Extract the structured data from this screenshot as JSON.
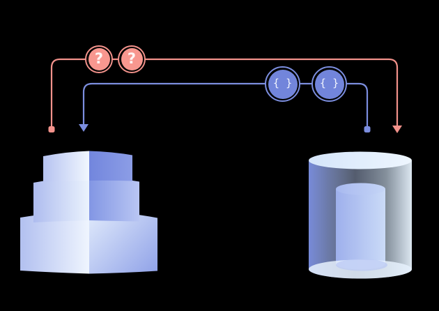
{
  "background": "#000000",
  "diagram": {
    "query_line": {
      "color": "#F2928B",
      "badge_fill": "#F8978F",
      "glyph_color": "#FFFFFF",
      "badges": [
        {
          "glyph": "?"
        },
        {
          "glyph": "?"
        }
      ],
      "left_cap": "dot",
      "right_cap": "arrow"
    },
    "response_line": {
      "color": "#7C8EDF",
      "badge_fill": "#7285DB",
      "glyph_color": "#FFFFFF",
      "badges": [
        {
          "glyph": "{ }"
        },
        {
          "glyph": "{ }"
        }
      ],
      "left_cap": "arrow",
      "right_cap": "dot"
    },
    "left_shape": {
      "kind": "stepped-pyramid",
      "tiers": 3,
      "palette": {
        "light_face_from": "#B2C0F0",
        "light_face_to": "#F1F7FE",
        "dark_face_top": "#7286DD",
        "dark_face_mid": "#8296E4",
        "dark_face_bottom": "#90A2E8"
      }
    },
    "right_shape": {
      "kind": "database-cylinder",
      "palette": {
        "glass_left": "#7D91E4",
        "glass_right": "#E8F3FD",
        "top_ellipse": "#E2EFFC",
        "inner_cylinder": "#A3B1EC"
      }
    }
  }
}
